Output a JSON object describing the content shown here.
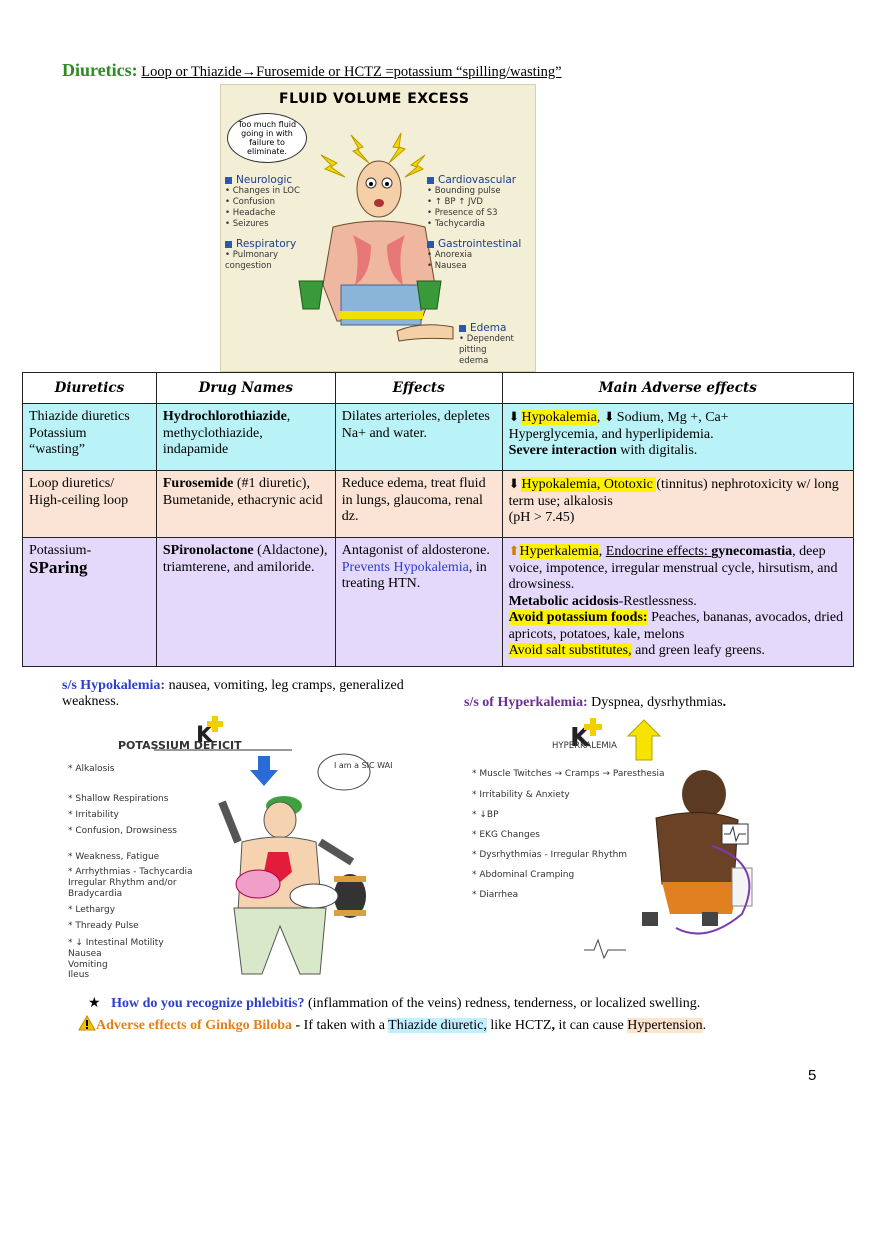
{
  "header": {
    "title_big": "Diuretics:",
    "title_sub": "Loop or Thiazide→Furosemide or HCTZ =potassium “spilling/wasting”"
  },
  "poster": {
    "title": "FLUID VOLUME EXCESS",
    "note": "Too much fluid going in with failure to eliminate.",
    "neurologic": {
      "heading": "Neurologic",
      "items": [
        "• Changes in LOC",
        "• Confusion",
        "• Headache",
        "• Seizures"
      ]
    },
    "respiratory": {
      "heading": "Respiratory",
      "items": [
        "• Pulmonary",
        "  congestion"
      ]
    },
    "cardiovascular": {
      "heading": "Cardiovascular",
      "items": [
        "• Bounding pulse",
        "• ↑ BP ↑ JVD",
        "• Presence of S3",
        "• Tachycardia"
      ]
    },
    "gastrointestinal": {
      "heading": "Gastrointestinal",
      "items": [
        "• Anorexia",
        "• Nausea"
      ]
    },
    "edema": {
      "heading": "Edema",
      "items": [
        "• Dependent",
        "  pitting",
        "  edema"
      ]
    }
  },
  "table": {
    "headers": [
      "Diuretics",
      "Drug Names",
      "Effects",
      "Main Adverse effects"
    ],
    "row1": {
      "class_line1": "Thiazide diuretics",
      "class_line2": "Potassium",
      "class_line3": "“wasting”",
      "drug_bold": "Hydrochlorothiazide",
      "drug_rest": ", methyclothiazide, indapamide",
      "effects": "Dilates arterioles, depletes Na+ and water.",
      "adv_hl": "Hypokalemia",
      "adv_rest1": ", ",
      "adv_sodium": "Sodium, Mg +, Ca+",
      "adv_line2": "Hyperglycemia, and hyperlipidemia.",
      "adv_bold": "Severe interaction",
      "adv_rest3": " with digitalis."
    },
    "row2": {
      "class_text": "Loop diuretics/ High-ceiling loop",
      "drug_bold": "Furosemide",
      "drug_rest": " (#1 diuretic), Bumetanide, ethacrynic acid",
      "effects": "Reduce edema, treat fluid in lungs, glaucoma, renal dz.",
      "adv_hl": "Hypokalemia, Ototoxic ",
      "adv_rest": "(tinnitus) nephrotoxicity w/ long term use; alkalosis",
      "adv_ph": " (pH > 7.45)"
    },
    "row3": {
      "class_line1": "Potassium-",
      "class_big": "SParing",
      "drug_bold": "SPironolactone",
      "drug_rest": " (Aldactone), triamterene, and amiloride.",
      "effects_a": "Antagonist of aldosterone. ",
      "effects_blue": "Prevents Hypokalemia",
      "effects_b": ", in treating HTN.",
      "adv_hl": "Hyperkalemia",
      "adv_comma": ", ",
      "adv_endo": "Endocrine effects: ",
      "adv_gyn": "gynecomastia",
      "adv_rest1": ", deep voice, impotence, irregular menstrual cycle, hirsutism, and drowsiness.",
      "adv_metab": "Metabolic acidosis",
      "adv_rest2": "-Restlessness.",
      "adv_avoid_k": "Avoid potassium foods:",
      "adv_foods": " Peaches, bananas, avocados, dried apricots, potatoes, kale, melons",
      "adv_avoid_salt": "Avoid salt substitutes,",
      "adv_rest3": " and green leafy greens."
    }
  },
  "hypo": {
    "label": "s/s Hypokalemia:",
    "text": " nausea, vomiting, leg cramps, generalized weakness."
  },
  "hyper": {
    "label": "s/s of Hyperkalemia:",
    "text": " Dyspnea, dysrhythmias",
    "period": "."
  },
  "potassium_deficit": {
    "title": "POTASSIUM   DEFICIT",
    "bubble": "I am a SIC WALT.",
    "items": [
      "* Alkalosis",
      "* Shallow Respirations",
      "* Irritability",
      "* Confusion, Drowsiness",
      "* Weakness, Fatigue",
      "* Arrhythmias - Tachycardia",
      "   Irregular Rhythm and/or",
      "   Bradycardia",
      "* Lethargy",
      "* Thready Pulse",
      "* ↓ Intestinal Motility",
      "   Nausea",
      "   Vomiting",
      "   Ileus"
    ]
  },
  "hyperkalemia_illo": {
    "title": "HYPERKALEMIA",
    "items": [
      "* Muscle Twitches → Cramps → Paresthesia",
      "* Irritability & Anxiety",
      "* ↓BP",
      "* EKG Changes",
      "* Dysrhythmias - Irregular Rhythm",
      "* Abdominal Cramping",
      "* Diarrhea"
    ]
  },
  "footer": {
    "phleb_q": "How do you recognize phlebitis?",
    "phleb_a": " (inflammation of the veins) redness, tenderness, or localized swelling.",
    "ginkgo_label": "Adverse effects of Ginkgo Biloba",
    "ginkgo_dash": " - ",
    "ginkgo_text1": "If taken with a ",
    "ginkgo_thiazide": "Thiazide diuretic,",
    "ginkgo_text2": " like HCTZ",
    "ginkgo_comma": ",",
    "ginkgo_text3": " it can cause ",
    "ginkgo_hyper": "Hypertension",
    "ginkgo_end": ".",
    "page_number": "5"
  }
}
